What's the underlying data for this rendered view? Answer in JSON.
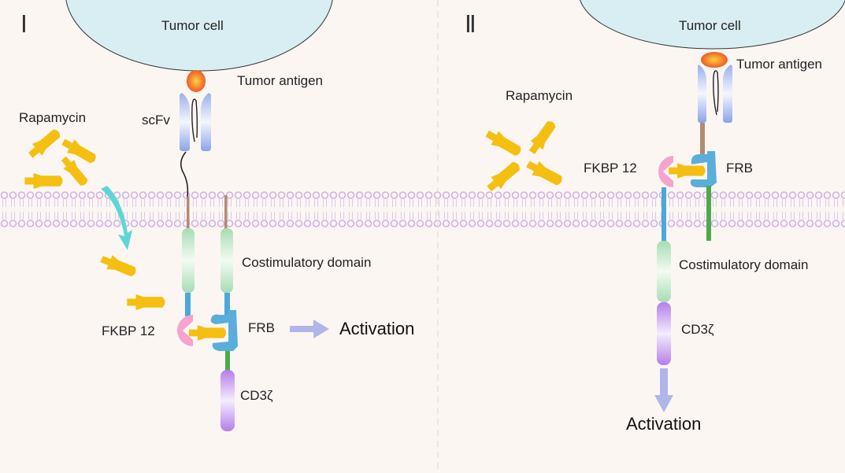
{
  "panels": [
    {
      "numeral": "Ⅰ",
      "tumor_cell": "Tumor cell",
      "tumor_antigen": "Tumor antigen",
      "scfv": "scFv",
      "rapamycin": "Rapamycin",
      "costimulatory": "Costimulatory domain",
      "fkbp": "FKBP 12",
      "frb": "FRB",
      "cd3z": "CD3ζ",
      "activation": "Activation"
    },
    {
      "numeral": "Ⅱ",
      "tumor_cell": "Tumor cell",
      "tumor_antigen": "Tumor antigen",
      "rapamycin": "Rapamycin",
      "fkbp": "FKBP 12",
      "frb": "FRB",
      "costimulatory": "Costimulatory domain",
      "cd3z": "CD3ζ",
      "activation": "Activation"
    }
  ],
  "colors": {
    "background": "#fcf6f3",
    "tumor_cell": "#d8eef2",
    "membrane": "#c9a8e0",
    "rapamycin": "#f5bf12",
    "fkbp": "#f5a3cf",
    "frb": "#5aaedc",
    "scfv": "#9ab0ea",
    "costim": "#a7dcb2",
    "cd3z": "#b47ee8",
    "activation_arrow": "#b0b6ea",
    "entry_arrow": "#5ed6d6",
    "linker_blue": "#4aa8dc",
    "linker_green": "#4caa4c",
    "linker_brown": "#b08c74"
  }
}
